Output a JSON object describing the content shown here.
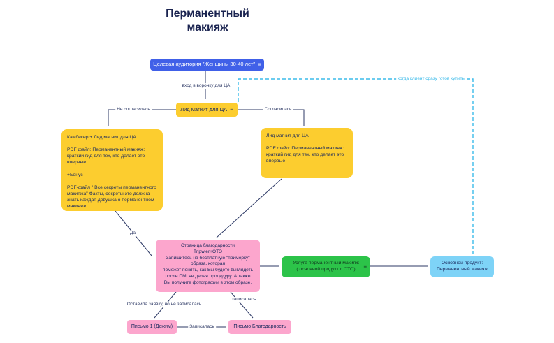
{
  "canvas": {
    "title": "Перманентный\nмакияж"
  },
  "colors": {
    "background": "#ffffff",
    "node_yellow": "#fccd2f",
    "node_blue": "#4060e8",
    "node_pink": "#fca6cd",
    "node_green": "#2cc349",
    "node_skyblue": "#7ed3f7",
    "connector": "#2e3a66",
    "connector_dashed": "#3cbbea",
    "text": "#1b2a5e"
  },
  "icons": {
    "menu": "≡"
  },
  "nodes": {
    "audience": {
      "label": "Целевая аудитория \"Женщины 30-40 лет\""
    },
    "lead_magnet": {
      "label": "Лид магнит для ЦА"
    },
    "comebacker": {
      "text": "Камбекер + Лид магнит для ЦА\n\nPDF файл: Перманентный макияж:\nкраткий гид для тех, кто делает это\nвпервые\n\n+Бонус\n\nPDF-файл \" Все секреты перманентного\nмакияжа\" Факты, секреты это должна\nзнать каждая девушка о перманентном\nмакияже"
    },
    "lead_magnet_file": {
      "text": "Лид магнит для ЦА\n\nPDF файл: Перманентный макияж:\nкраткий гид для тех, кто делает это\nвпервые"
    },
    "thank_you_page": {
      "text": "Страница благодарности\nTripwier+ОТО\nЗапишитесь на бесплатную \"примерку\"\nобраза, которая\nпоможет понять, как Вы будете выглядеть\nпосле ПМ, не делая процедуру. А также\nВы получите фотографии в этом образе."
    },
    "service": {
      "text": "Услуга перманентный макияж\n( основной продукт с ОТО)"
    },
    "main_product": {
      "text": "Основной продукт:\nПерманентный макияж"
    },
    "letter_1": {
      "label": "Письмо 1 (Дожим)"
    },
    "letter_thanks": {
      "label": "Письмо Благодарность"
    }
  },
  "edge_labels": {
    "funnel_entry": "вход в воронку для ЦА",
    "declined": "Не согласилась",
    "agreed": "Согласилась",
    "yes": "Да",
    "left_request_not_signed": "Оставила заявку, но не записалась",
    "signed_up": "записалась",
    "signed_up_2": "Записалась",
    "ready_to_buy": "когда клиент сразу готов купить"
  }
}
